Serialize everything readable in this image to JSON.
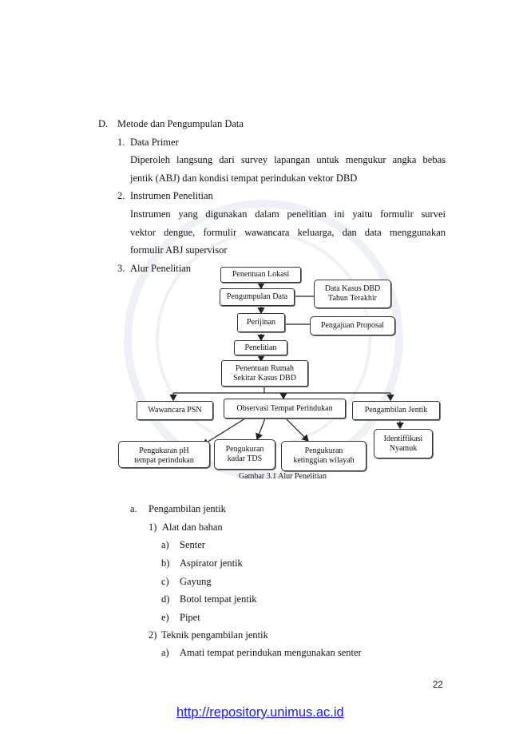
{
  "section": {
    "marker": "D.",
    "title": "Metode dan Pengumpulan Data"
  },
  "items": [
    {
      "number": "1.",
      "title": "Data Primer",
      "para_lines": [
        "Diperoleh langsung dari survey lapangan untuk mengukur angka bebas",
        "jentik (ABJ) dan kondisi tempat perindukan vektor DBD"
      ]
    },
    {
      "number": "2.",
      "title": "Instrumen Penelitian",
      "para_lines": [
        "Instrumen yang digunakan dalam penelitian ini yaitu formulir survei",
        "vektor dengue, formulir wawancara keluarga, dan data menggunakan",
        "formulir ABJ supervisor"
      ]
    },
    {
      "number": "3.",
      "title": "Alur Penelitian"
    }
  ],
  "flowchart": {
    "penentuan_lokasi": "Penentuan Lokasi",
    "pengumpulan_data": "Pengumpulan Data",
    "data_kasus_dbd": [
      "Data Kasus DBD",
      "Tahun Terakhir"
    ],
    "perijinan": "Perijinan",
    "pengajuan_proposal": "Pengajuan Proposal",
    "penelitian": "Penelitian",
    "penentuan_rumah": [
      "Penentuan Rumah",
      "Sekitar Kasus DBD"
    ],
    "wawancara_psn": "Wawancara PSN",
    "observasi": "Observasi Tempat Perindukan",
    "pengambilan_jentik": "Pengambilan Jentik",
    "identifikasi": [
      "Identiffikasi",
      "Nyamuk"
    ],
    "pengukuran_ph": [
      "Pengukuran pH",
      "tempat perindukan"
    ],
    "pengukuran_tds": [
      "Pengukuran",
      "kadar TDS"
    ],
    "pengukuran_ketinggian": [
      "Pengukuran",
      "ketinggian wilayah"
    ],
    "caption": "Gambar 3.1 Alur Penelitian"
  },
  "sub_a": {
    "marker": "a.",
    "title": "Pengambilan jentik",
    "sub1": {
      "marker": "1)",
      "title": "Alat dan bahan",
      "list": [
        {
          "marker": "a)",
          "text": "Senter"
        },
        {
          "marker": "b)",
          "text": "Aspirator jentik"
        },
        {
          "marker": "c)",
          "text": "Gayung"
        },
        {
          "marker": "d)",
          "text": "Botol tempat jentik"
        },
        {
          "marker": "e)",
          "text": "Pipet"
        }
      ]
    },
    "sub2": {
      "marker": "2)",
      "title": "Teknik pengambilan jentik",
      "list": [
        {
          "marker": "a)",
          "text": "Amati tempat perindukan mengunakan senter"
        }
      ]
    }
  },
  "page_number": "22",
  "footer_link": "http://repository.unimus.ac.id"
}
